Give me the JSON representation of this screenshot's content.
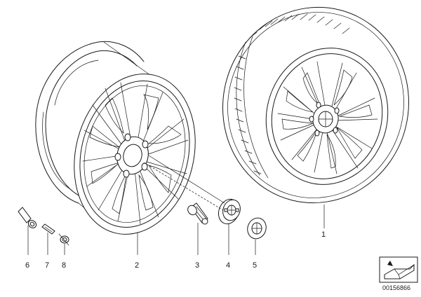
{
  "diagram": {
    "part_callouts": [
      "6",
      "7",
      "8",
      "2",
      "3",
      "4",
      "5",
      "1"
    ],
    "drawing_number": "00156866"
  }
}
